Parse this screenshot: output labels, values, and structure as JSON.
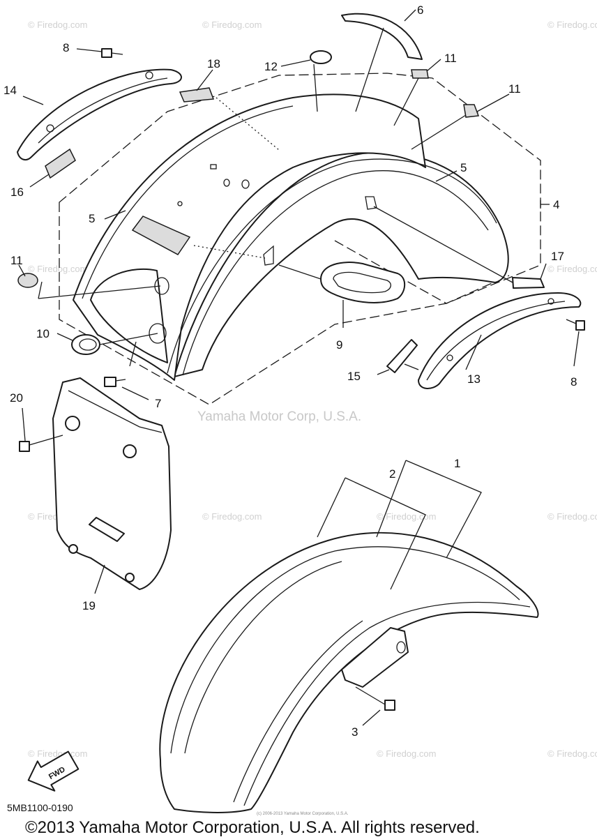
{
  "diagram": {
    "callouts": [
      "1",
      "2",
      "3",
      "4",
      "5",
      "5",
      "6",
      "7",
      "8",
      "8",
      "9",
      "10",
      "11",
      "11",
      "11",
      "12",
      "13",
      "14",
      "15",
      "16",
      "17",
      "18",
      "19",
      "20"
    ],
    "watermark_main": "Yamaha Motor Corp, U.S.A.",
    "watermark_small": "© Firedog.com",
    "fwd_label": "FWD",
    "part_code": "5MB1100-0190",
    "tiny_text": "(c) 2006-2013 Yamaha Motor Corporation, U.S.A.",
    "copyright": "©2013 Yamaha Motor Corporation, U.S.A. All rights reserved."
  }
}
